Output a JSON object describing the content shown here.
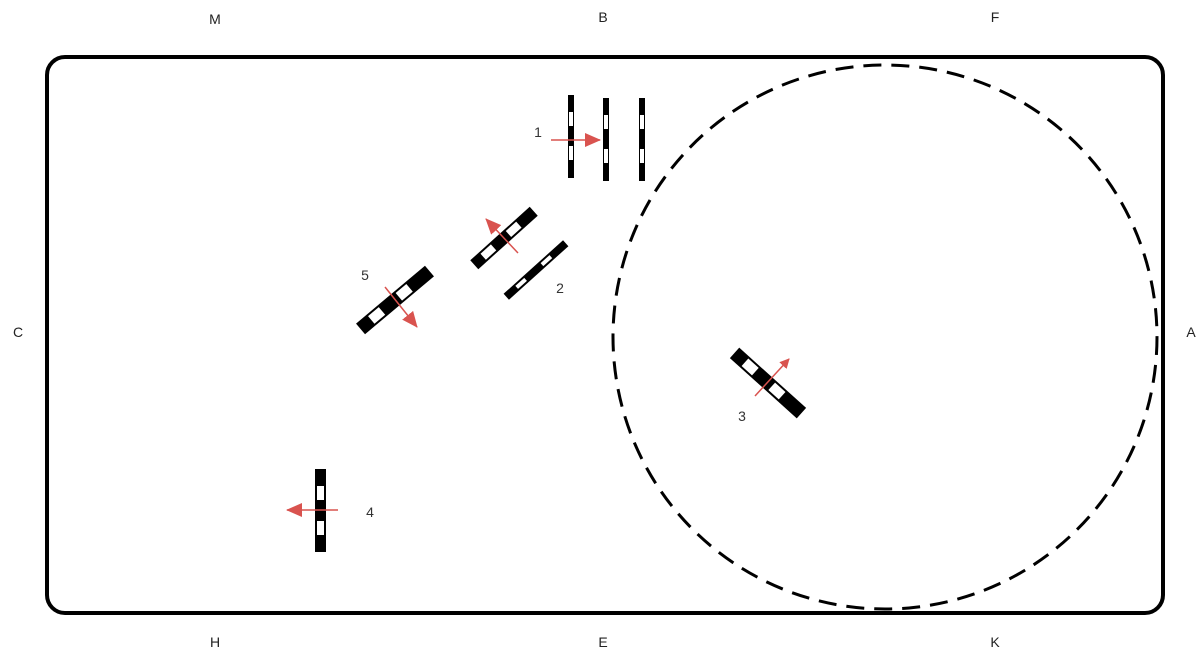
{
  "arena": {
    "letters": {
      "top_left": "M",
      "top_middle": "B",
      "top_right": "F",
      "left": "C",
      "right": "A",
      "bottom_left": "H",
      "bottom_middle": "E",
      "bottom_right": "K"
    },
    "colors": {
      "border": "#000000",
      "circle": "#000000",
      "pole_dark": "#000000",
      "pole_light": "#ffffff",
      "arrow": "#d9534f"
    }
  },
  "obstacles": {
    "o1": {
      "label": "1"
    },
    "o2": {
      "label": "2"
    },
    "o3": {
      "label": "3"
    },
    "o4": {
      "label": "4"
    },
    "o5": {
      "label": "5"
    }
  }
}
